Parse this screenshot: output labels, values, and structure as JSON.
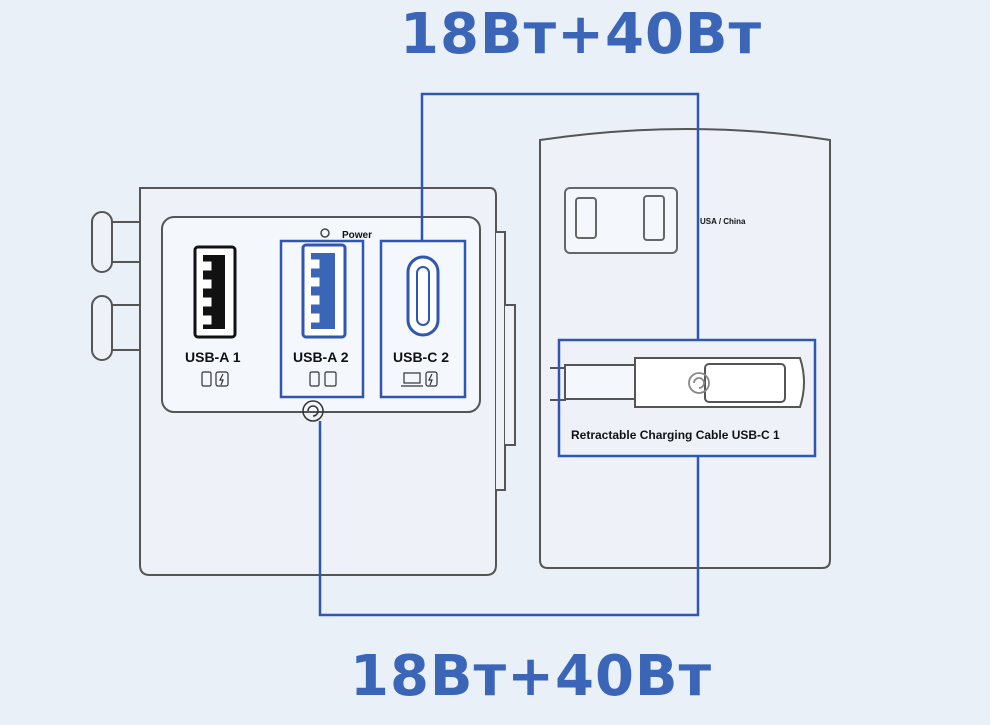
{
  "headlines": {
    "top": "18Вт+40Вт",
    "bottom": "18Вт+40Вт"
  },
  "adapter": {
    "power_label": "Power",
    "ports": [
      {
        "id": "usb-a-1",
        "label": "USB-A 1"
      },
      {
        "id": "usb-a-2",
        "label": "USB-A 2"
      },
      {
        "id": "usb-c-2",
        "label": "USB-C 2"
      }
    ]
  },
  "side_panel": {
    "region_label": "USA / China",
    "cable_label": "Retractable Charging Cable USB-C 1"
  },
  "colors": {
    "accent": "#3b66b8",
    "line": "#2f56b0",
    "outline": "#555555",
    "background": "#eaf0f8"
  }
}
